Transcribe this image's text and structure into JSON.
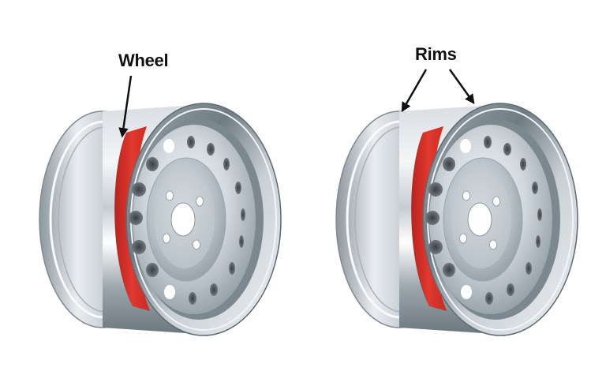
{
  "diagram": {
    "panels": [
      {
        "id": "wheel",
        "label": "Wheel",
        "highlight_color": "#d8342c",
        "arrows": 1,
        "description": "Steel wheel illustration with red band highlighting the whole wheel assembly"
      },
      {
        "id": "rims",
        "label": "Rims",
        "highlight_color": "#d8342c",
        "arrows": 2,
        "description": "Same steel wheel with two arrows pointing to the inner and outer rim flanges"
      }
    ],
    "colors": {
      "background": "#ffffff",
      "metal_light": "#eef1f3",
      "metal_mid": "#b9c2c8",
      "metal_dark": "#5d6a72",
      "highlight": "#d8342c",
      "arrow": "#111111"
    }
  }
}
